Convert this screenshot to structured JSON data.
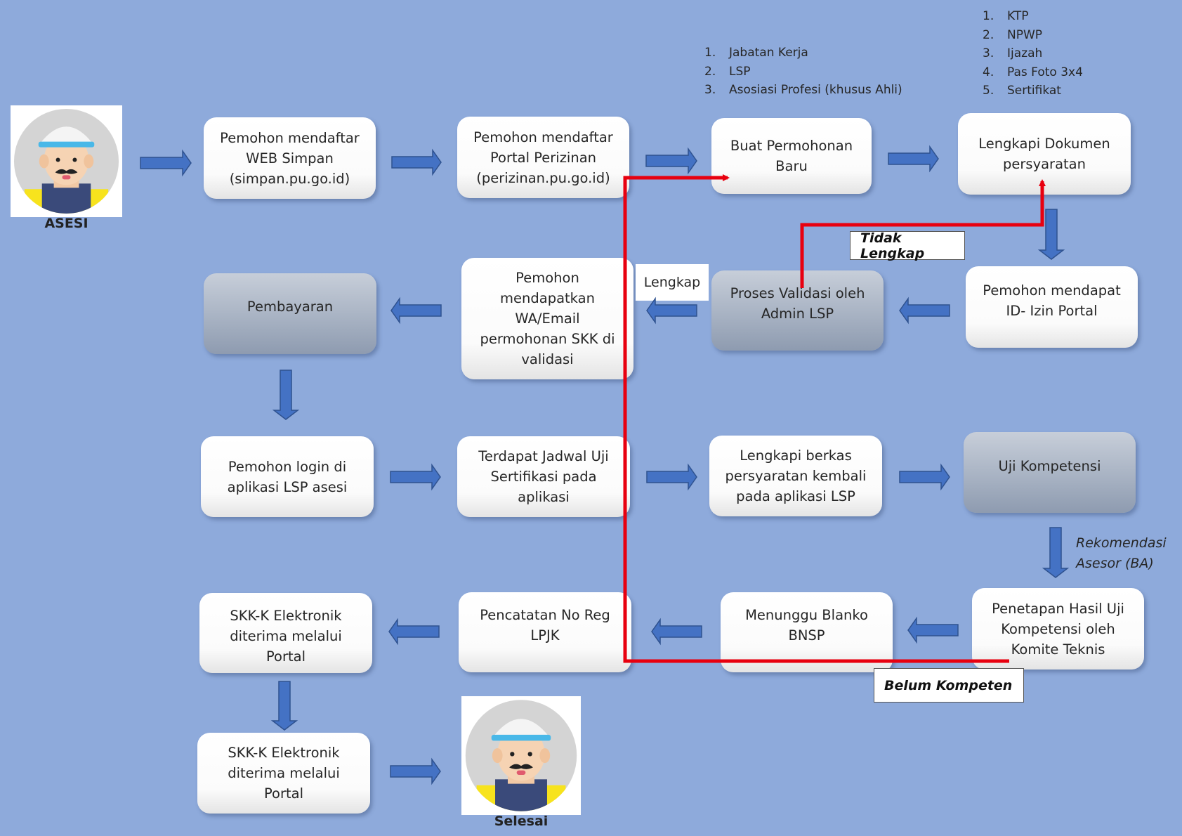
{
  "actors": {
    "start_caption": "ASESI",
    "end_caption": "Selesai"
  },
  "lists": {
    "permohonan": [
      {
        "num": "1.",
        "text": "Jabatan Kerja"
      },
      {
        "num": "2.",
        "text": "LSP"
      },
      {
        "num": "3.",
        "text": "Asosiasi Profesi (khusus Ahli)"
      }
    ],
    "dokumen": [
      {
        "num": "1.",
        "text": "KTP"
      },
      {
        "num": "2.",
        "text": "NPWP"
      },
      {
        "num": "3.",
        "text": "Ijazah"
      },
      {
        "num": "4.",
        "text": "Pas Foto 3x4"
      },
      {
        "num": "5.",
        "text": "Sertifikat"
      }
    ]
  },
  "steps": {
    "daftar_simpan": "Pemohon mendaftar\nWEB Simpan\n(simpan.pu.go.id)",
    "daftar_perizinan": "Pemohon mendaftar\nPortal Perizinan\n(perizinan.pu.go.id)",
    "buat_permohonan": "Buat Permohonan\nBaru",
    "lengkapi_dokumen": "Lengkapi Dokumen\npersyaratan",
    "dapat_id": "Pemohon mendapat\nID- Izin Portal",
    "validasi_admin": "Proses Validasi oleh\nAdmin LSP",
    "notifikasi": "Pemohon\nmendapatkan\nWA/Email\npermohonan SKK di\nvalidasi",
    "pembayaran": "Pembayaran",
    "login_lsp": "Pemohon login di\naplikasi LSP asesi",
    "jadwal_uji": "Terdapat Jadwal Uji\nSertifikasi pada\naplikasi",
    "lengkapi_berkas": "Lengkapi berkas\npersyaratan kembali\npada aplikasi LSP",
    "uji_kompetensi": "Uji Kompetensi",
    "penetapan_hasil": "Penetapan Hasil Uji\nKompetensi oleh\nKomite Teknis",
    "menunggu_blanko": "Menunggu Blanko\nBNSP",
    "pencatatan": "Pencatatan No Reg\nLPJK",
    "skk_diterima_1": "SKK-K Elektronik\nditerima melalui Portal",
    "skk_diterima_2": "SKK-K Elektronik\nditerima melalui Portal"
  },
  "labels": {
    "tidak_lengkap": "Tidak Lengkap",
    "lengkap": "Lengkap",
    "belum_kompeten": "Belum Kompeten",
    "rekomendasi": "Rekomendasi\nAsesor (BA)"
  },
  "colors": {
    "background": "#8eaadb",
    "arrow_blue": "#4472c4",
    "feedback_red": "#e8000f"
  }
}
